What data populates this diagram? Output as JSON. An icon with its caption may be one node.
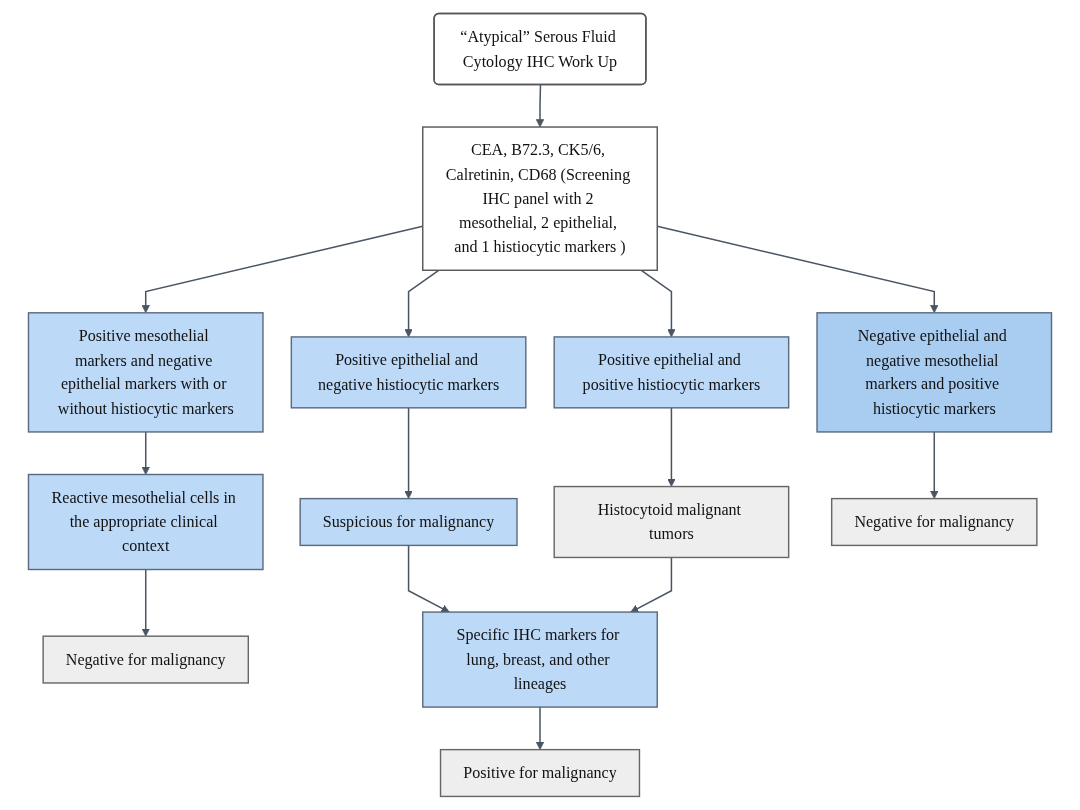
{
  "diagram": {
    "nodes": [
      {
        "text": [
          "“Atypical” Serous Fluid Cytology IHC Work Up"
        ]
      },
      {
        "text": [
          "CEA, B72.3, CK5/6, Calretinin, CD68 (Screening IHC panel with 2 mesothelial, 2 epithelial, and 1 histiocytic markers )"
        ]
      },
      {
        "text": [
          "Positive mesothelial markers and negative epithelial markers with or without histiocytic markers"
        ]
      },
      {
        "text": [
          "Positive epithelial and negative histiocytic markers"
        ]
      },
      {
        "text": [
          "Positive epithelial and positive histiocytic markers"
        ]
      },
      {
        "text": [
          "Negative epithelial and negative mesothelial markers and positive histiocytic markers"
        ]
      },
      {
        "text": [
          "Suspicious for malignancy"
        ]
      },
      {
        "text": [
          "Histocytoid malignant tumors"
        ]
      },
      {
        "text": [
          "Negative for malignancy"
        ]
      },
      {
        "text": [
          "Reactive mesothelial cells in the appropriate clinical context"
        ]
      },
      {
        "text": [
          "Specific IHC markers for lung, breast, and other lineages"
        ]
      },
      {
        "text": [
          "Negative for malignancy"
        ]
      },
      {
        "text": [
          "Positive for malignancy"
        ]
      }
    ],
    "edges": [
      {
        "from": 0,
        "to": 1,
        "arrow": "to"
      },
      {
        "from": 1,
        "to": 2,
        "arrow": "to"
      },
      {
        "from": 1,
        "to": 3,
        "arrow": "to"
      },
      {
        "from": 1,
        "to": 4,
        "arrow": "to"
      },
      {
        "from": 1,
        "to": 5,
        "arrow": "to"
      },
      {
        "from": 2,
        "to": 9,
        "arrow": "to"
      },
      {
        "from": 9,
        "to": 11,
        "arrow": "to"
      },
      {
        "from": 3,
        "to": 6,
        "arrow": "to"
      },
      {
        "from": 6,
        "to": 10,
        "arrow": "to"
      },
      {
        "from": 4,
        "to": 7,
        "arrow": "to"
      },
      {
        "from": 7,
        "to": 10,
        "arrow": "to"
      },
      {
        "from": 10,
        "to": 12,
        "arrow": "to"
      },
      {
        "from": 5,
        "to": 8,
        "arrow": "to"
      }
    ]
  }
}
